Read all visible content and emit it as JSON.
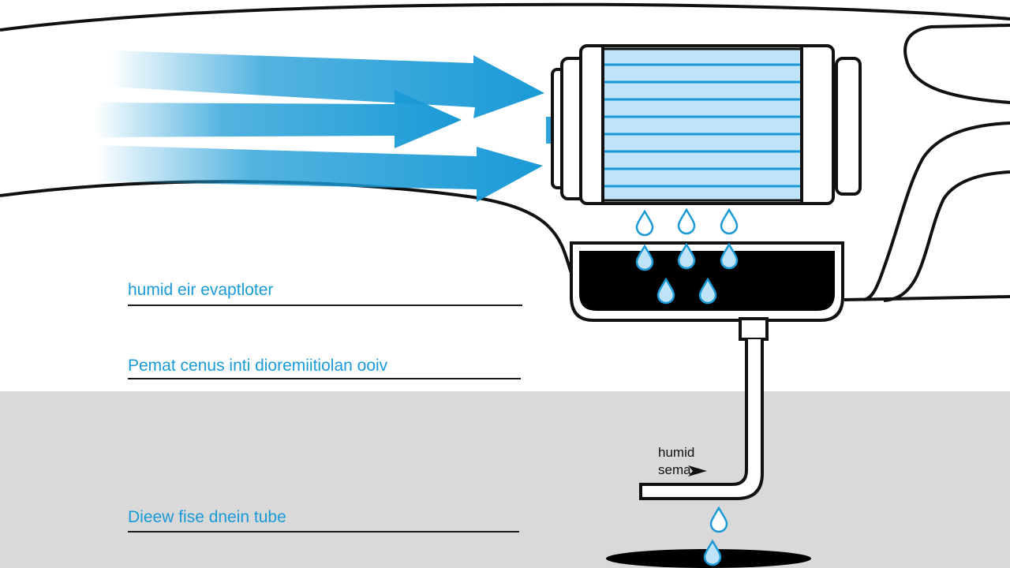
{
  "labels": {
    "evaporator": "humid eir evaptloter",
    "condensation": "Pemat cenus inti dioremiitiolan ooiv",
    "drain": "Dieew fise dnein tube",
    "tube_line1": "humid",
    "tube_line2": "sema"
  },
  "icons": {
    "airflow": "arrow-right-icon",
    "droplet": "water-drop-icon"
  },
  "colors": {
    "accent_blue": "#1a9ad6",
    "coil_light_blue": "#bfe3f8",
    "floor_gray": "#d9d9d9",
    "line_black": "#111111"
  }
}
